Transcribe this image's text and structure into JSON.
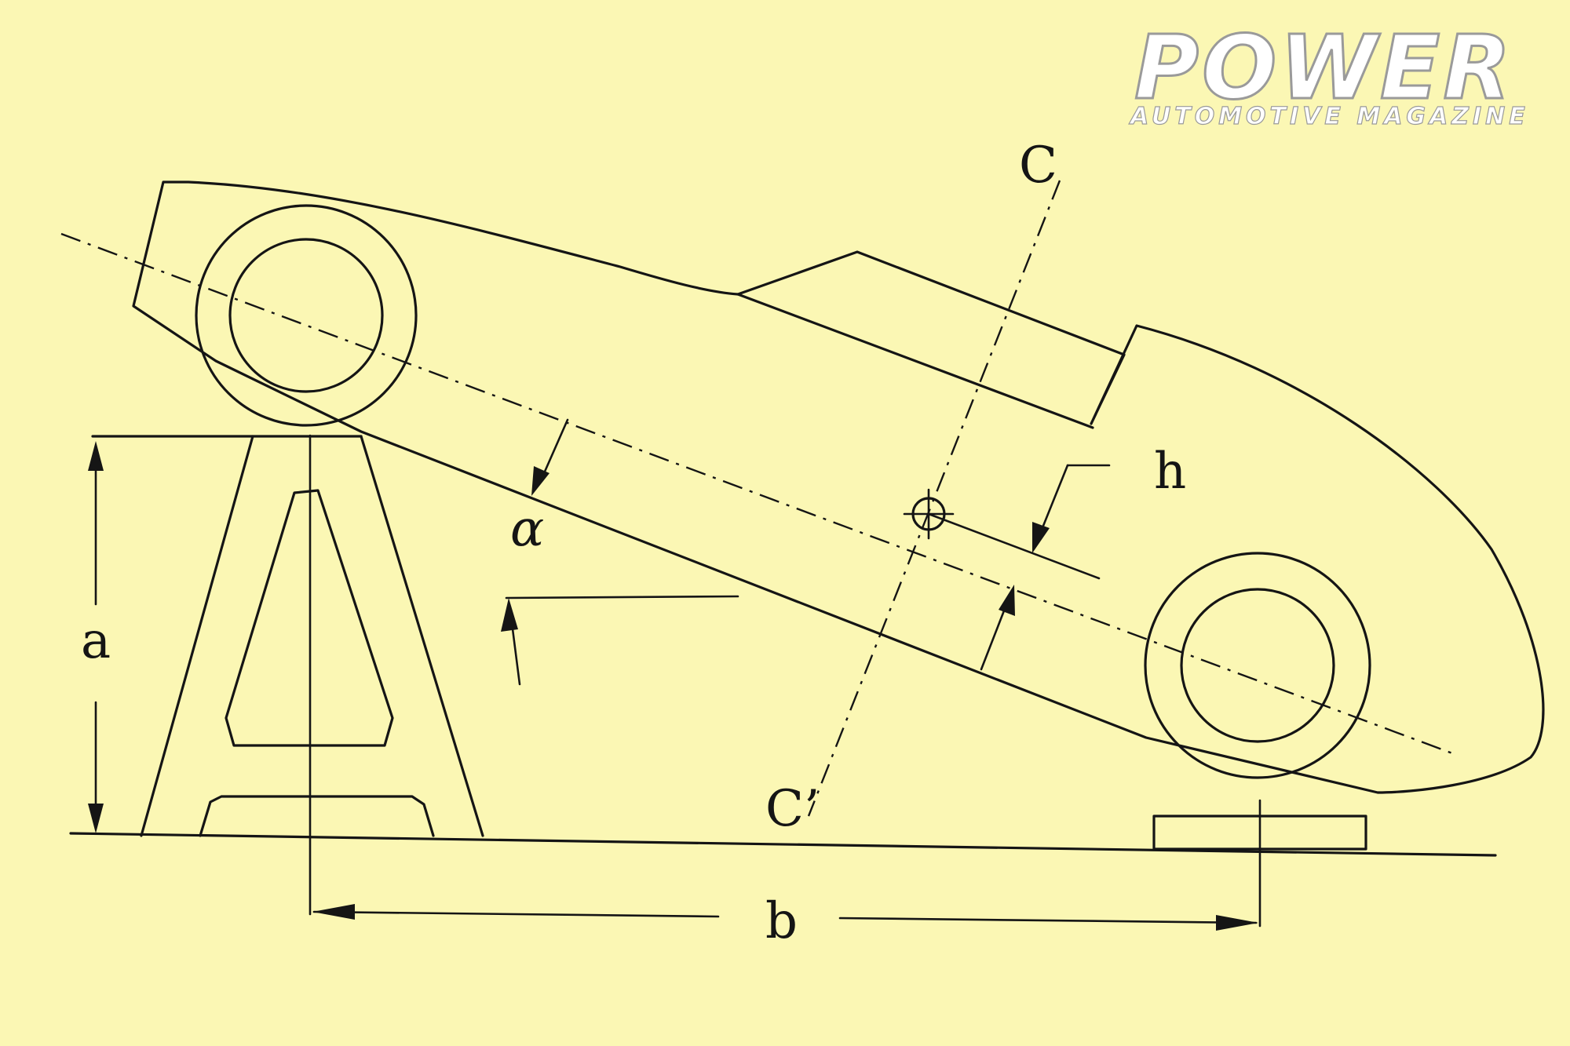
{
  "logo": {
    "title": "POWER",
    "subtitle": "AUTOMOTIVE MAGAZINE"
  },
  "labels": {
    "a": "a",
    "b": "b",
    "h": "h",
    "alpha": "α",
    "c_top": "C",
    "c_bottom": "C’"
  },
  "colors": {
    "background": "#fbf7b4",
    "ink": "#151515",
    "logo_fill": "#ffffff"
  }
}
